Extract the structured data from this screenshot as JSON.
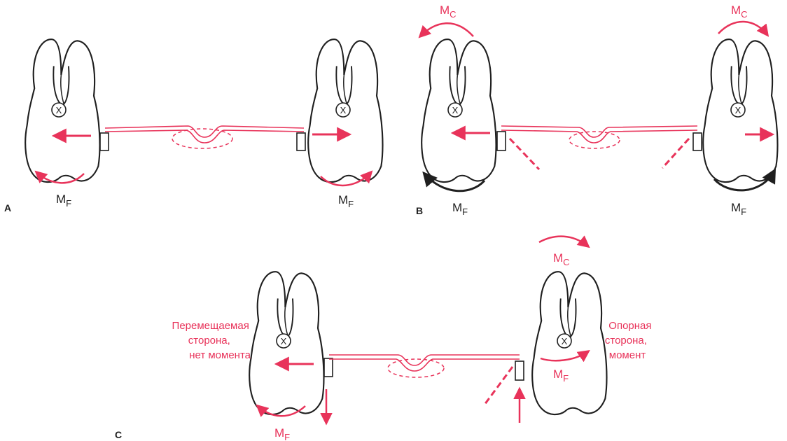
{
  "colors": {
    "ink": "#1f1f1f",
    "accent": "#e8335a",
    "paper": "#ffffff"
  },
  "panels": {
    "a": {
      "letter": "A",
      "moment_force": "M",
      "moment_force_sub": "F"
    },
    "b": {
      "letter": "B",
      "moment_force": "M",
      "moment_force_sub": "F",
      "moment_couple": "M",
      "moment_couple_sub": "C"
    },
    "c": {
      "letter": "C",
      "moment_force": "M",
      "moment_force_sub": "F",
      "moment_couple": "M",
      "moment_couple_sub": "C",
      "left_caption": [
        "Перемещаемая",
        "сторона,",
        "нет момента"
      ],
      "right_caption": [
        "Опорная",
        "сторона,",
        "момент"
      ]
    }
  },
  "center_of_resistance_mark": "X"
}
